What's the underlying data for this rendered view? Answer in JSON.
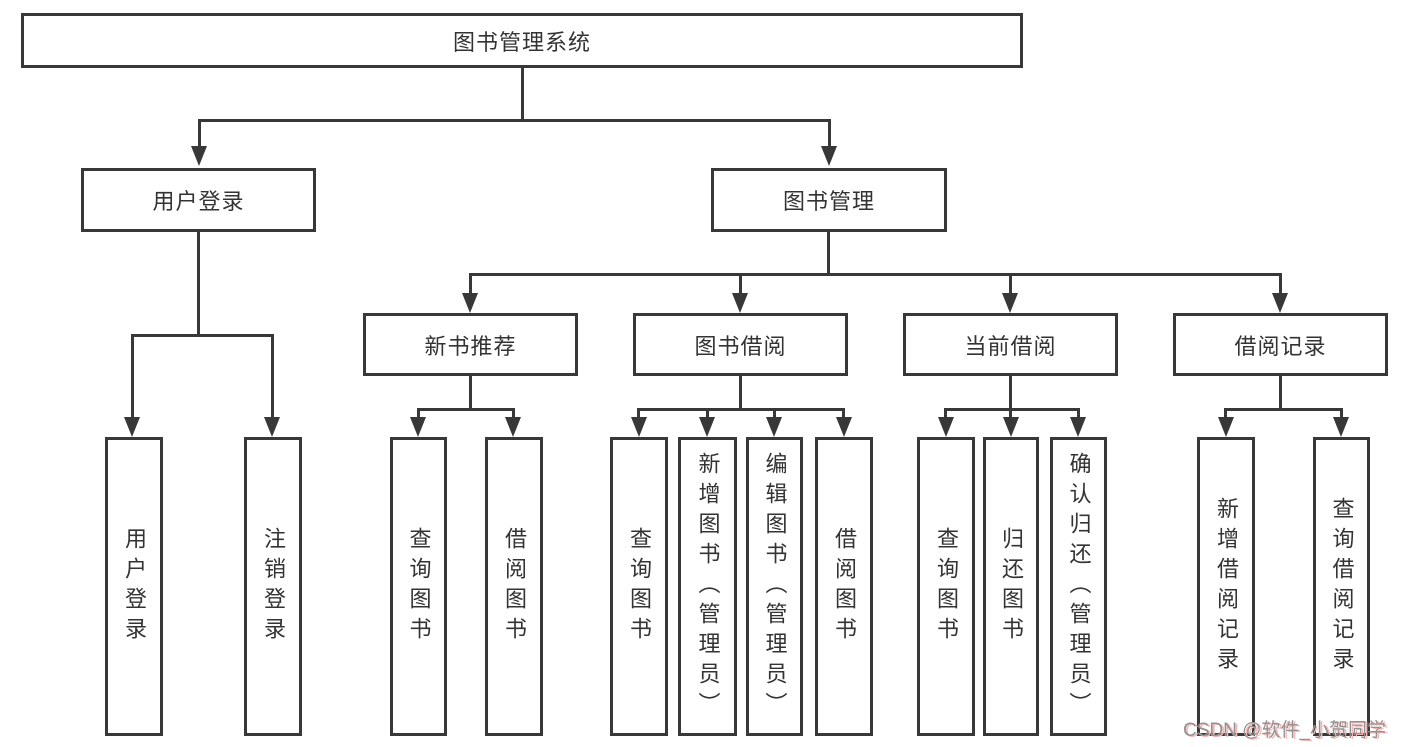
{
  "diagram": {
    "root": {
      "label": "图书管理系统",
      "children": [
        {
          "label": "用户登录",
          "children": [
            {
              "label": "用户登录"
            },
            {
              "label": "注销登录"
            }
          ]
        },
        {
          "label": "图书管理",
          "children": [
            {
              "label": "新书推荐",
              "children": [
                {
                  "label": "查询图书"
                },
                {
                  "label": "借阅图书"
                }
              ]
            },
            {
              "label": "图书借阅",
              "children": [
                {
                  "label": "查询图书"
                },
                {
                  "label": "新增图书（管理员）"
                },
                {
                  "label": "编辑图书（管理员）"
                },
                {
                  "label": "借阅图书"
                }
              ]
            },
            {
              "label": "当前借阅",
              "children": [
                {
                  "label": "查询图书"
                },
                {
                  "label": "归还图书"
                },
                {
                  "label": "确认归还（管理员）"
                }
              ]
            },
            {
              "label": "借阅记录",
              "children": [
                {
                  "label": "新增借阅记录"
                },
                {
                  "label": "查询借阅记录"
                }
              ]
            }
          ]
        }
      ]
    }
  },
  "watermark": {
    "text": "CSDN @软件_小贺同学"
  },
  "colors": {
    "line": "#383838",
    "text": "#333333",
    "background": "#ffffff",
    "watermark_gray": "#929292",
    "watermark_pink": "#f7b6b6"
  }
}
